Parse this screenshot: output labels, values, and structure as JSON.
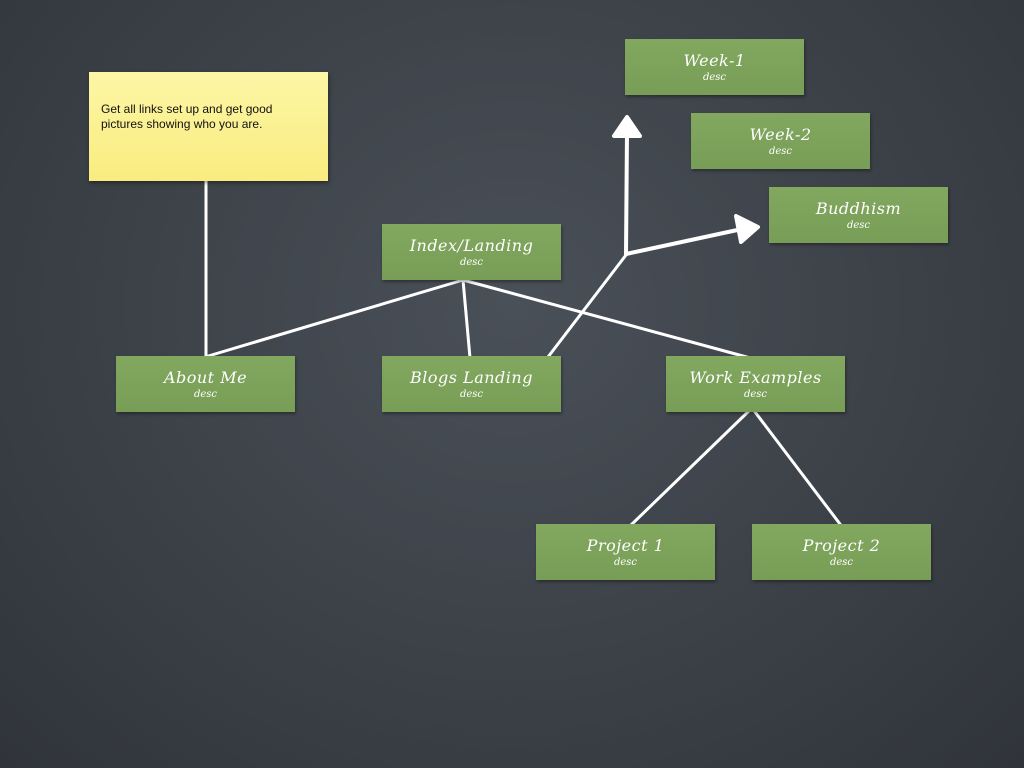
{
  "note": {
    "text": "Get all links set up and get good pictures showing who you are."
  },
  "nodes": {
    "index": {
      "title": "Index/Landing",
      "desc": "desc"
    },
    "about": {
      "title": "About Me",
      "desc": "desc"
    },
    "blogs": {
      "title": "Blogs Landing",
      "desc": "desc"
    },
    "work": {
      "title": "Work Examples",
      "desc": "desc"
    },
    "project1": {
      "title": "Project 1",
      "desc": "desc"
    },
    "project2": {
      "title": "Project 2",
      "desc": "desc"
    },
    "week1": {
      "title": "Week-1",
      "desc": "desc"
    },
    "week2": {
      "title": "Week-2",
      "desc": "desc"
    },
    "buddhism": {
      "title": "Buddhism",
      "desc": "desc"
    }
  },
  "colors": {
    "background": "#3c4148",
    "node_fill": "#7da35a",
    "note_fill": "#fbf08f",
    "line": "#ffffff"
  }
}
